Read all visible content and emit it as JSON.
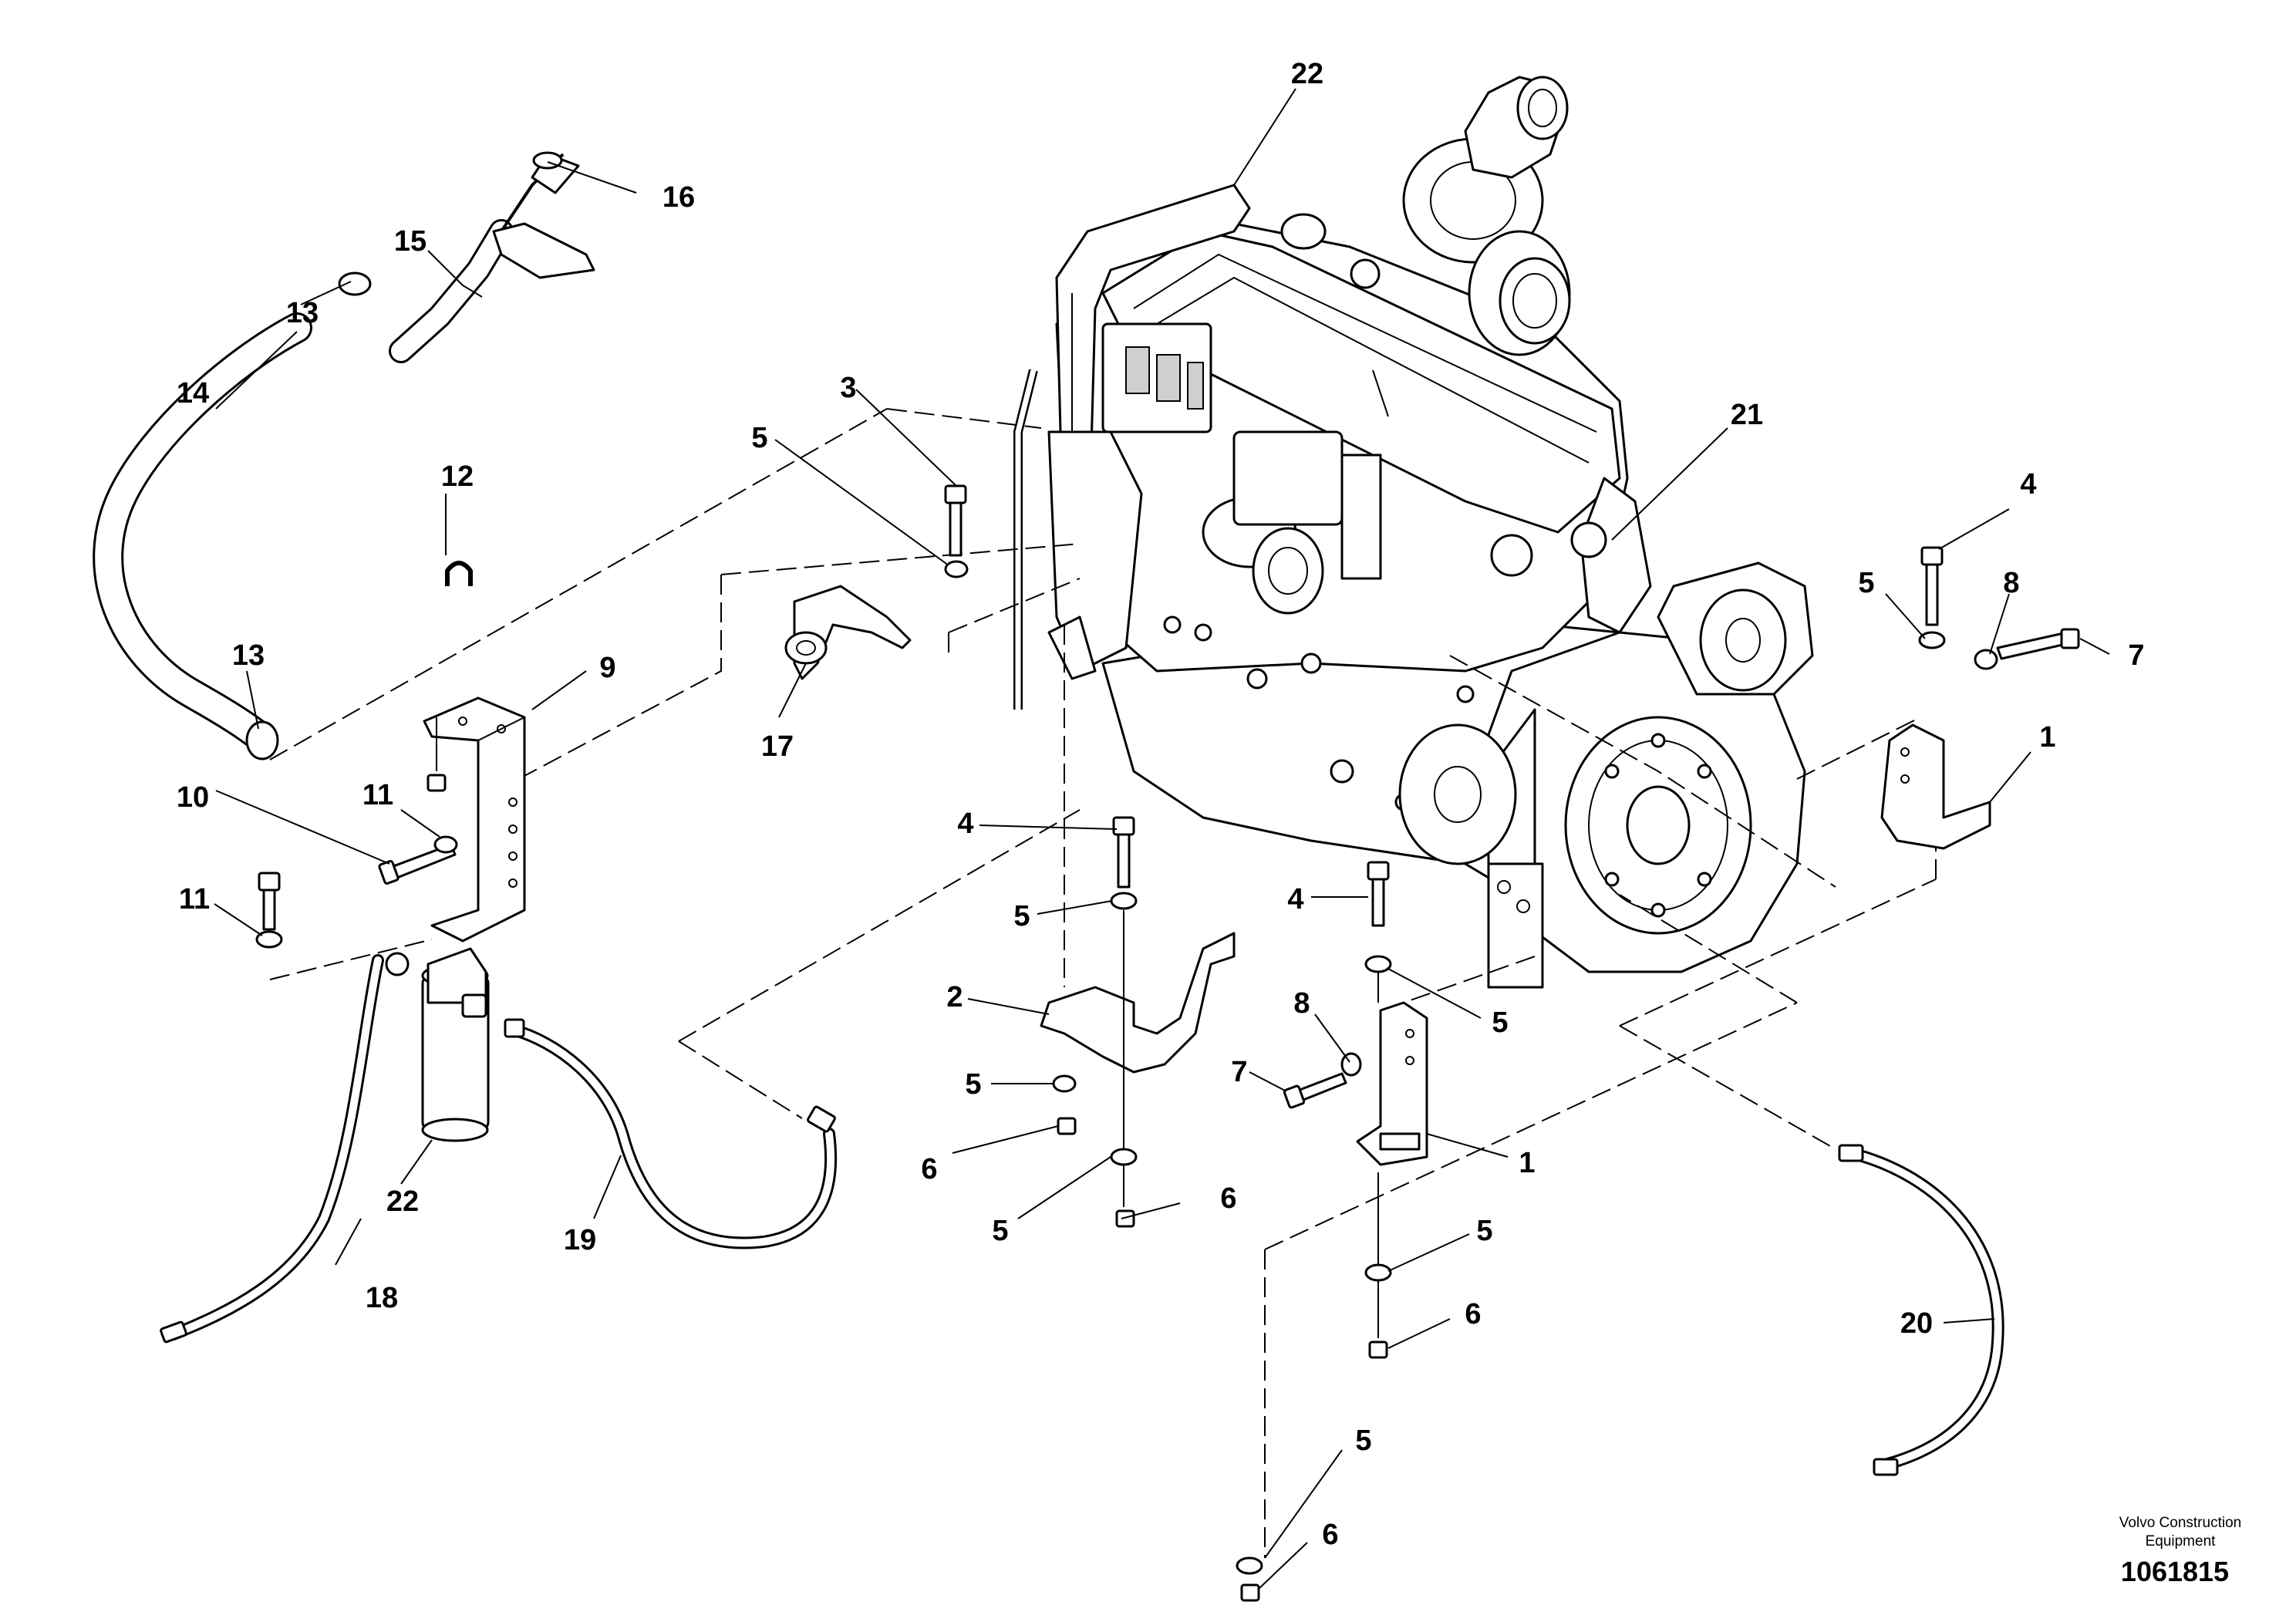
{
  "callouts": {
    "c1a": "1",
    "c1b": "1",
    "c2": "2",
    "c3": "3",
    "c4a": "4",
    "c4b": "4",
    "c4c": "4",
    "c5a": "5",
    "c5b": "5",
    "c5c": "5",
    "c5d": "5",
    "c5e": "5",
    "c5f": "5",
    "c5g": "5",
    "c5h": "5",
    "c6a": "6",
    "c6b": "6",
    "c6c": "6",
    "c6d": "6",
    "c7a": "7",
    "c7b": "7",
    "c8a": "8",
    "c8b": "8",
    "c9": "9",
    "c10": "10",
    "c11a": "11",
    "c11b": "11",
    "c12": "12",
    "c13a": "13",
    "c13b": "13",
    "c14": "14",
    "c15": "15",
    "c16": "16",
    "c17": "17",
    "c18": "18",
    "c19": "19",
    "c20": "20",
    "c21": "21",
    "c22a": "22",
    "c22b": "22"
  },
  "footer": {
    "brand_line1": "Volvo Construction",
    "brand_line2": "Equipment",
    "doc_number": "1061815"
  }
}
